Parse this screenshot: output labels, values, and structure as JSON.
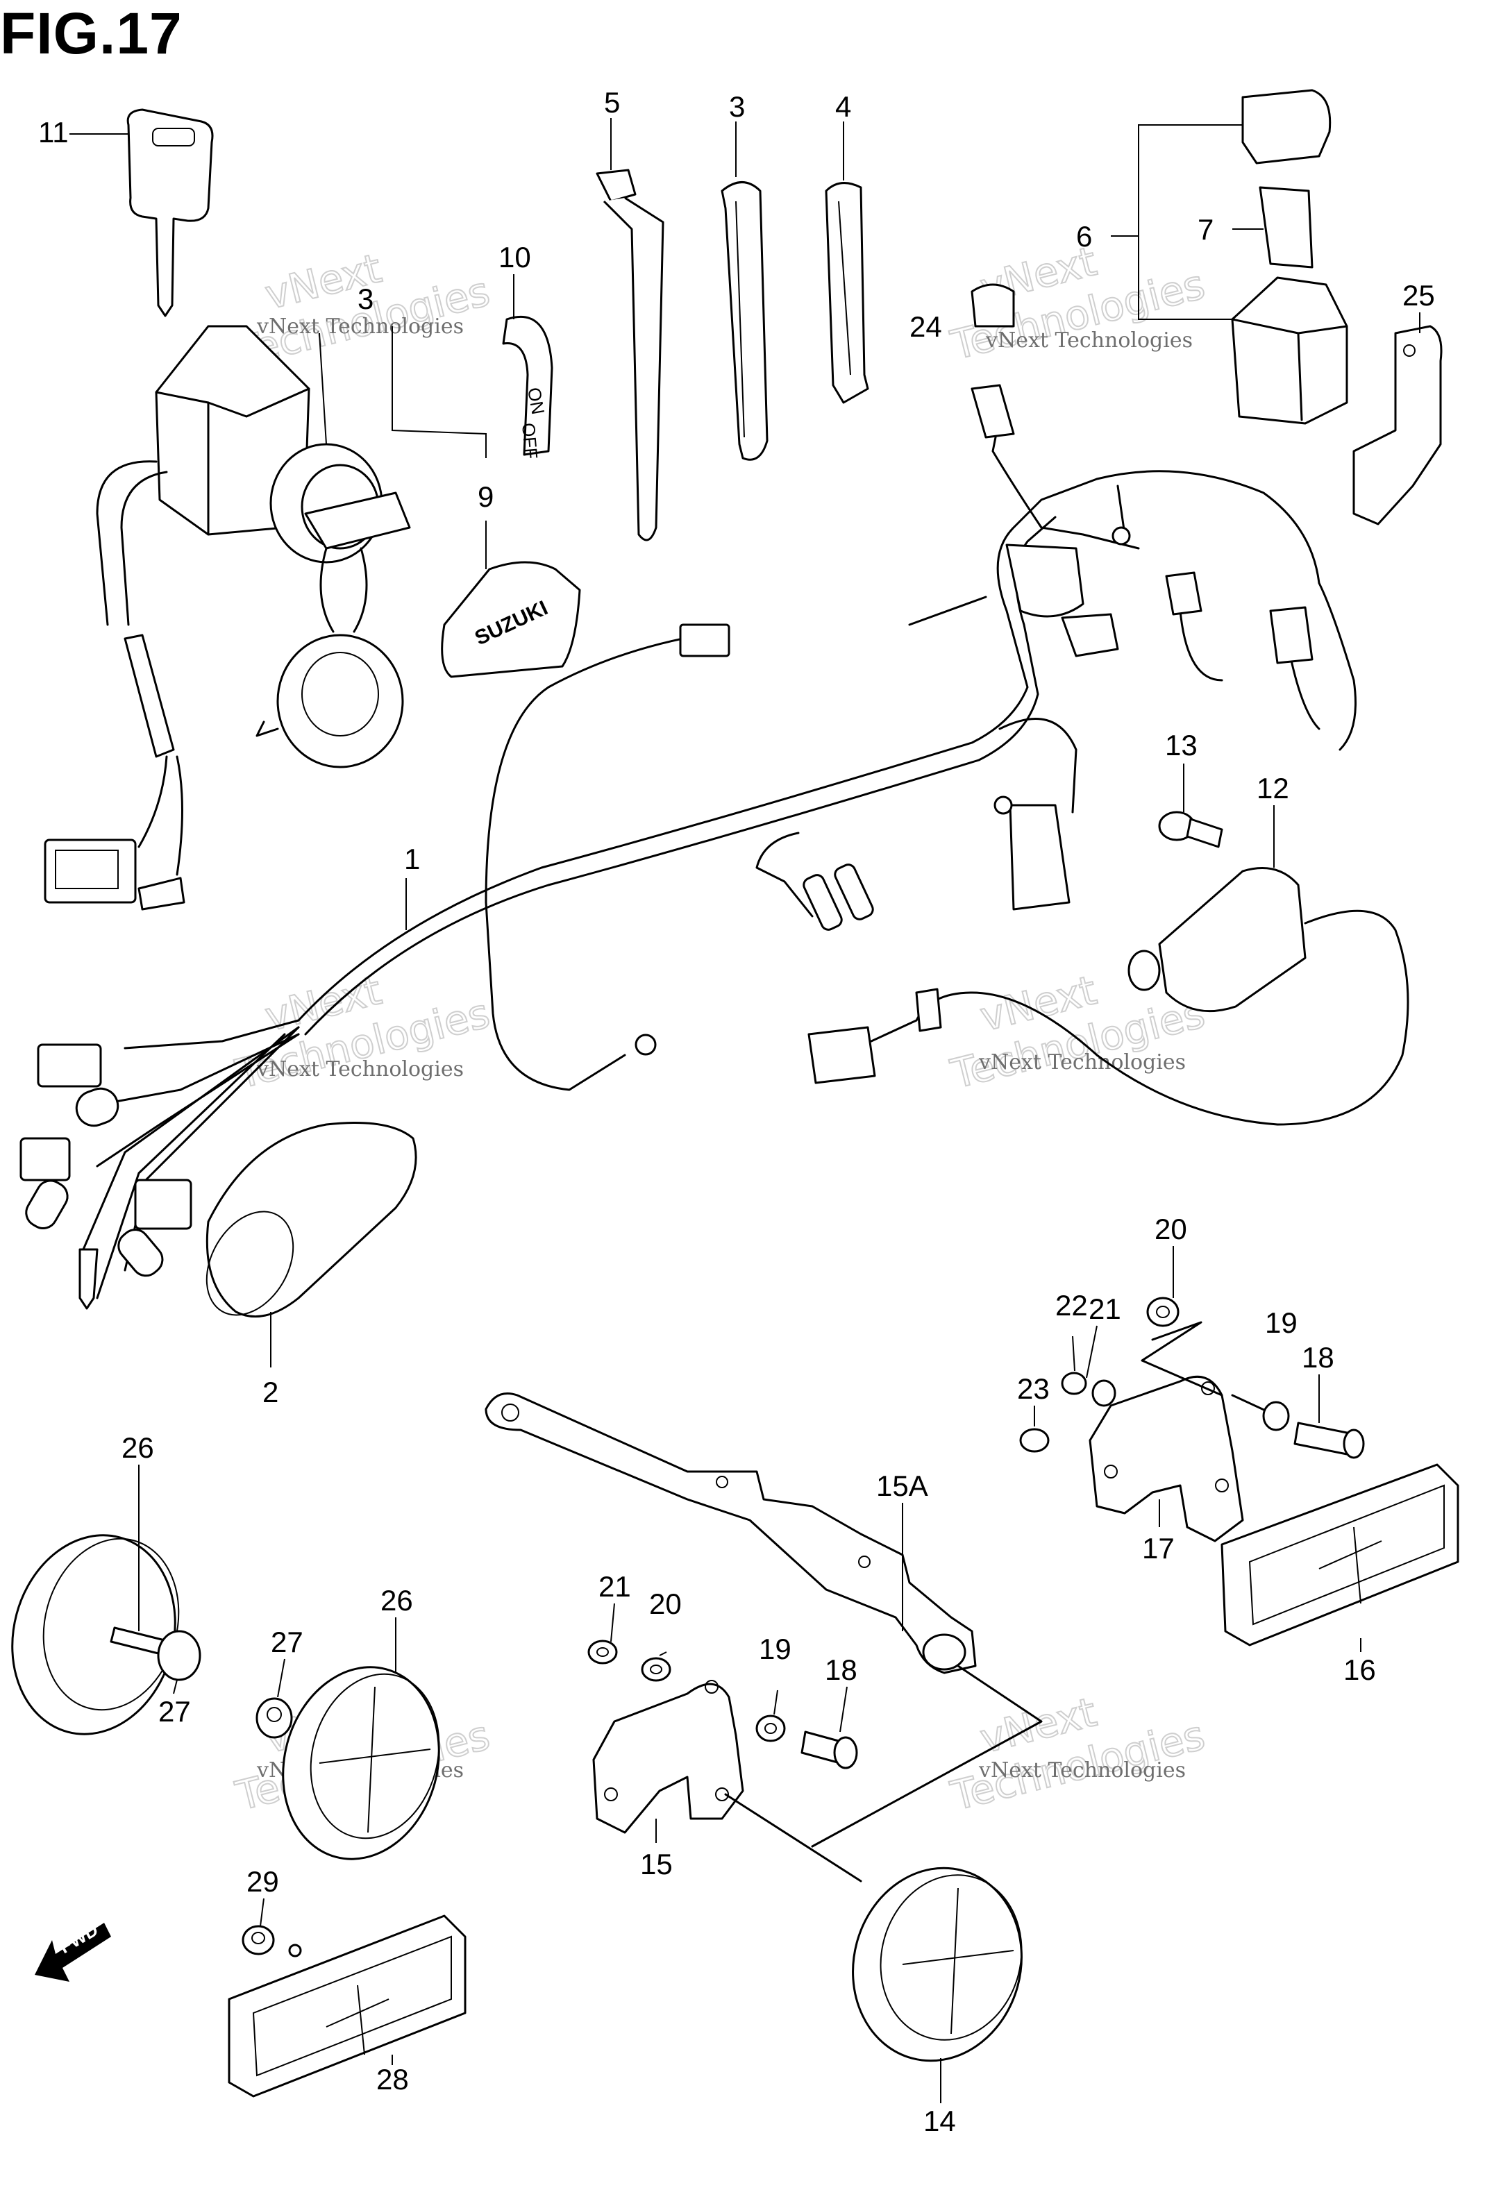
{
  "figure": {
    "title": "FIG.17"
  },
  "parts": [
    {
      "id": "p1",
      "label": "1"
    },
    {
      "id": "p2",
      "label": "2"
    },
    {
      "id": "p3a",
      "label": "3"
    },
    {
      "id": "p3b",
      "label": "3"
    },
    {
      "id": "p4",
      "label": "4"
    },
    {
      "id": "p5",
      "label": "5"
    },
    {
      "id": "p6",
      "label": "6"
    },
    {
      "id": "p7",
      "label": "7"
    },
    {
      "id": "p9",
      "label": "9"
    },
    {
      "id": "p10",
      "label": "10"
    },
    {
      "id": "p11",
      "label": "11"
    },
    {
      "id": "p12",
      "label": "12"
    },
    {
      "id": "p13",
      "label": "13"
    },
    {
      "id": "p14",
      "label": "14"
    },
    {
      "id": "p15",
      "label": "15"
    },
    {
      "id": "p15A",
      "label": "15A"
    },
    {
      "id": "p16",
      "label": "16"
    },
    {
      "id": "p17",
      "label": "17"
    },
    {
      "id": "p18a",
      "label": "18"
    },
    {
      "id": "p18b",
      "label": "18"
    },
    {
      "id": "p19a",
      "label": "19"
    },
    {
      "id": "p19b",
      "label": "19"
    },
    {
      "id": "p20a",
      "label": "20"
    },
    {
      "id": "p20b",
      "label": "20"
    },
    {
      "id": "p21a",
      "label": "21"
    },
    {
      "id": "p21b",
      "label": "21"
    },
    {
      "id": "p22",
      "label": "22"
    },
    {
      "id": "p23",
      "label": "23"
    },
    {
      "id": "p24",
      "label": "24"
    },
    {
      "id": "p25",
      "label": "25"
    },
    {
      "id": "p26a",
      "label": "26"
    },
    {
      "id": "p26b",
      "label": "26"
    },
    {
      "id": "p27a",
      "label": "27"
    },
    {
      "id": "p27b",
      "label": "27"
    },
    {
      "id": "p28",
      "label": "28"
    },
    {
      "id": "p29",
      "label": "29"
    }
  ],
  "part_text": {
    "switch_on": "ON",
    "switch_off": "OFF",
    "cover_brand": "SUZUKI"
  },
  "fwd_marker": {
    "text": "FWD"
  },
  "watermark": {
    "line1": "vNext Technologies",
    "line2": "Technologies",
    "line3": "vNext"
  },
  "colors": {
    "ink": "#000000",
    "background": "#ffffff",
    "watermark": "#cfcfcf"
  }
}
